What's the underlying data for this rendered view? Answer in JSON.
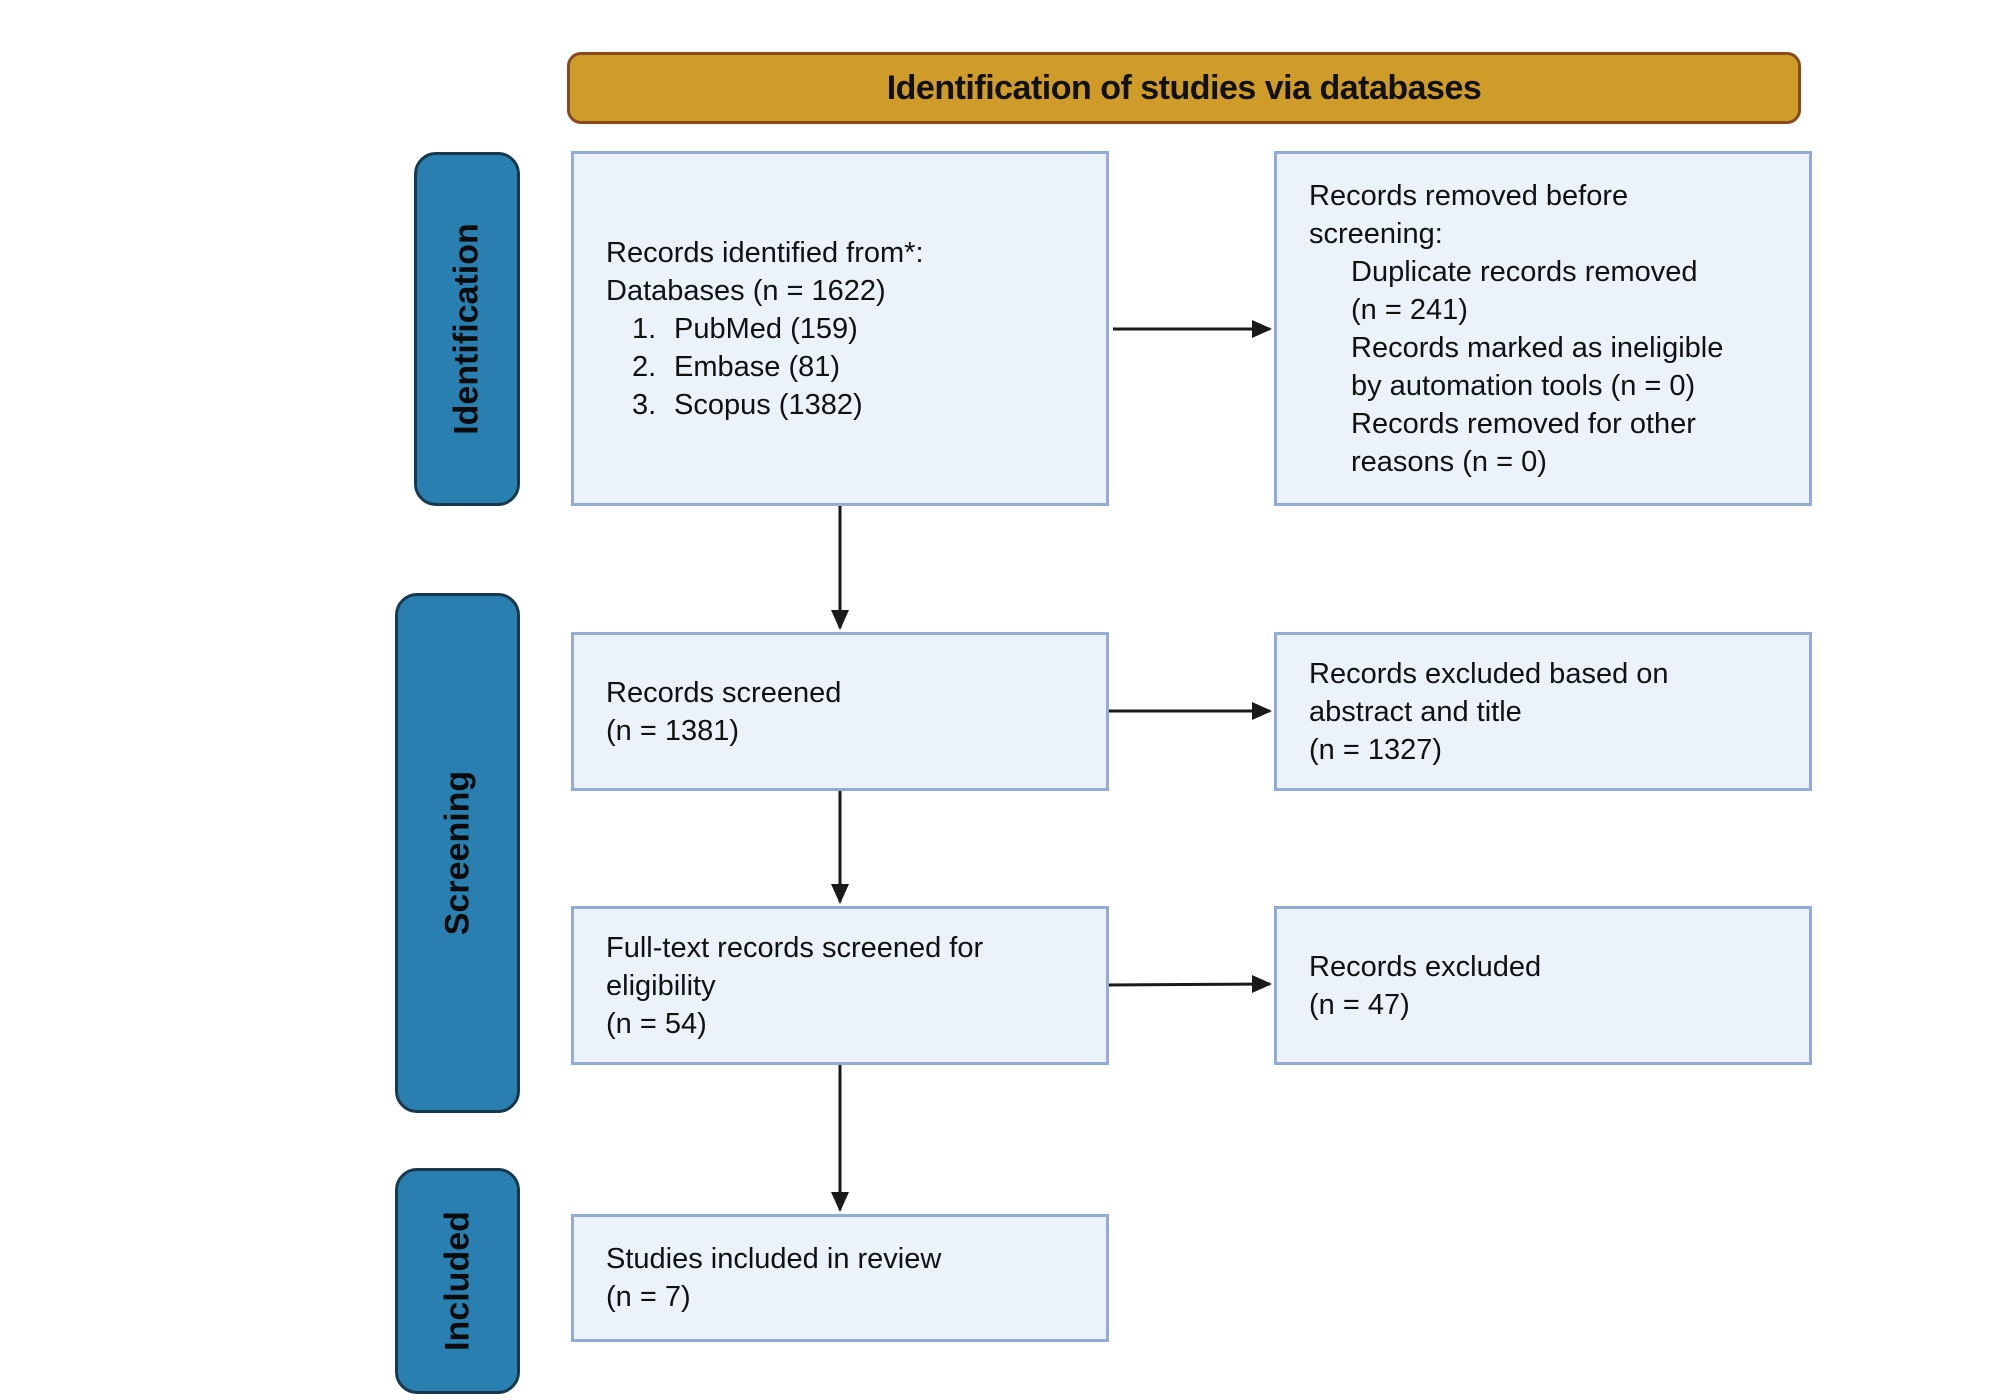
{
  "colors": {
    "header_fill": "#cf9c2a",
    "header_border": "#8a4a1e",
    "stage_fill": "#2980b0",
    "stage_border": "#17394d",
    "box_fill": "#ecf2fa",
    "box_border": "#93acd6",
    "arrow": "#1a1a1a"
  },
  "header": {
    "title": "Identification of studies via databases"
  },
  "stages": {
    "identification": "Identification",
    "screening": "Screening",
    "included": "Included"
  },
  "boxes": {
    "identified": {
      "line1": "Records identified from*:",
      "line2": "Databases (n = 1622)",
      "items": [
        {
          "num": "1.",
          "text": "PubMed (159)"
        },
        {
          "num": "2.",
          "text": "Embase (81)"
        },
        {
          "num": "3.",
          "text": "Scopus (1382)"
        }
      ]
    },
    "removed": {
      "line1": "Records removed before",
      "line2": "screening:",
      "sub": [
        "Duplicate records removed",
        "(n = 241)",
        "Records marked as ineligible",
        "by automation tools (n = 0)",
        "Records removed for other",
        "reasons (n = 0)"
      ]
    },
    "screened": {
      "line1": "Records screened",
      "line2": "(n = 1381)"
    },
    "excluded_abstract": {
      "line1": "Records excluded based on",
      "line2": "abstract and title",
      "line3": "(n = 1327)"
    },
    "fulltext": {
      "line1": "Full-text records screened for",
      "line2": "eligibility",
      "line3": "(n = 54)"
    },
    "excluded": {
      "line1": "Records excluded",
      "line2": "(n = 47)"
    },
    "included": {
      "line1": "Studies included in review",
      "line2": "(n = 7)"
    }
  }
}
